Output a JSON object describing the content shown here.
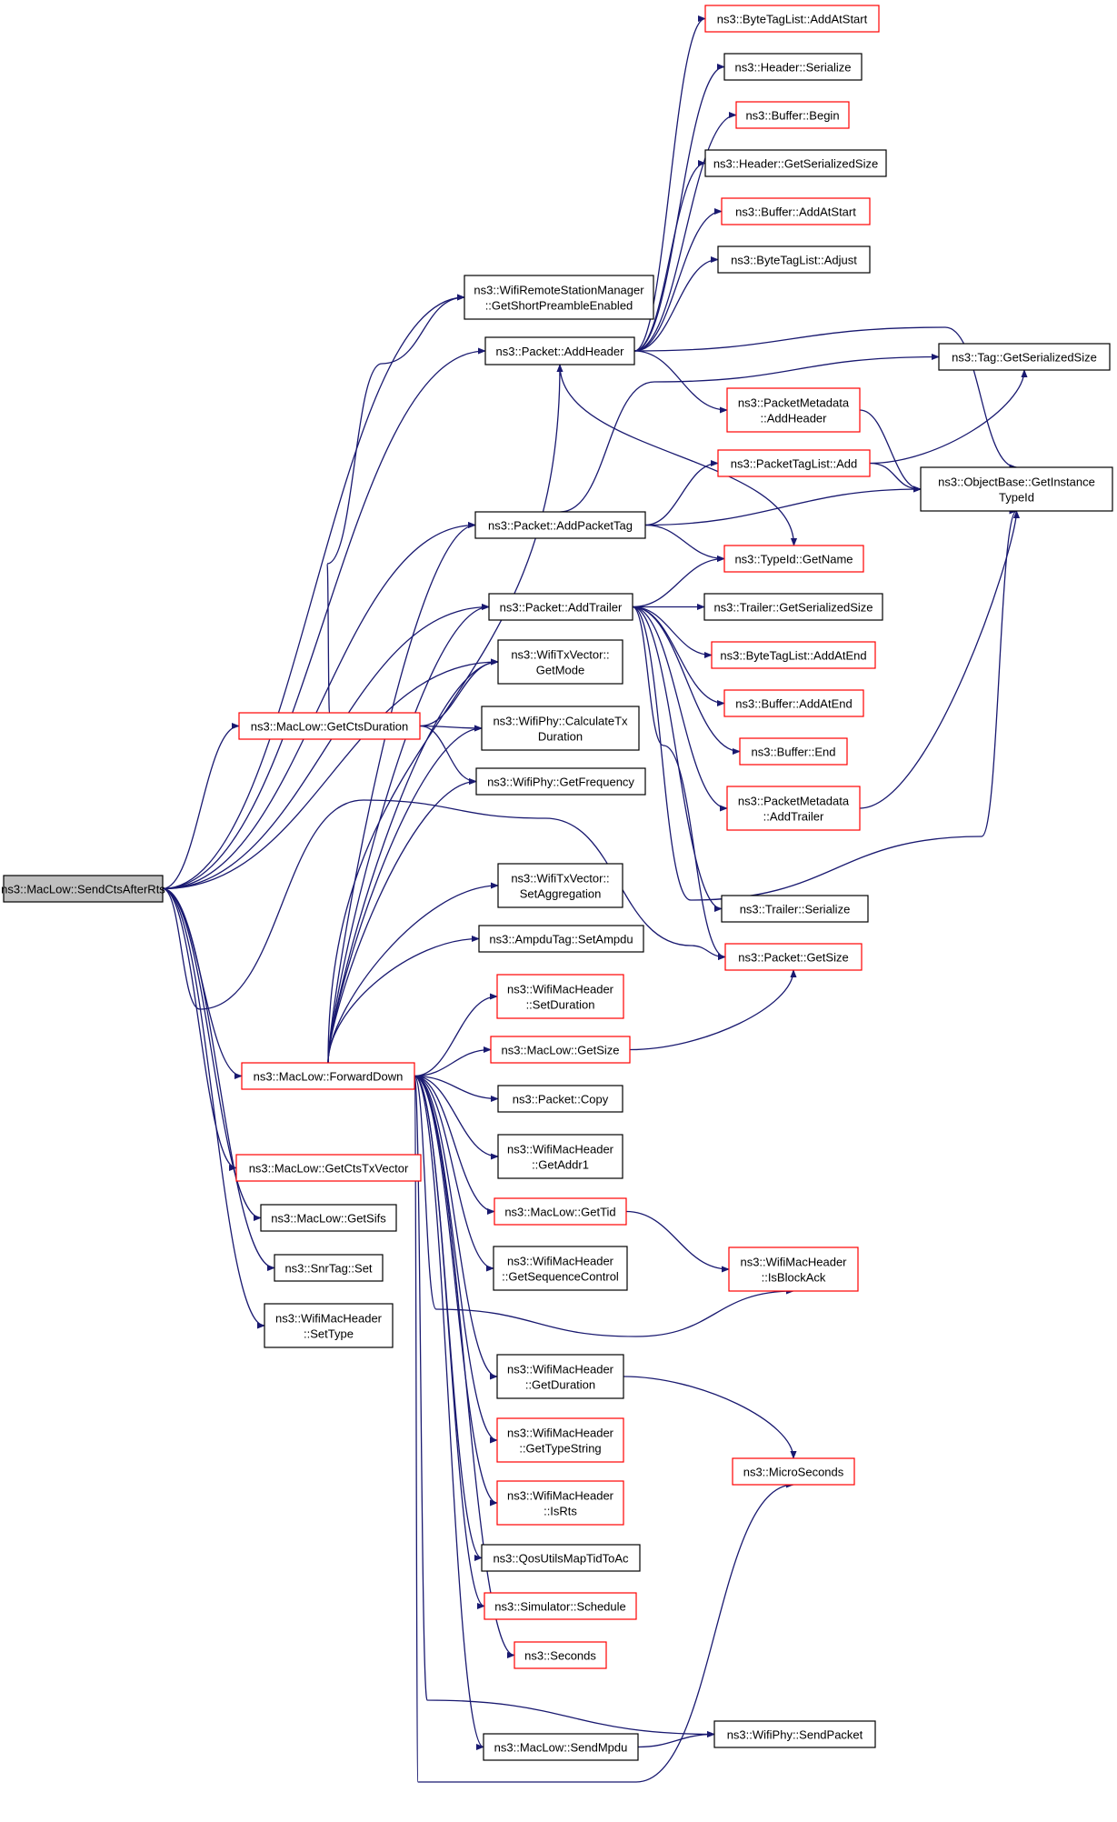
{
  "colors": {
    "edge": "#191970",
    "box_black": "#000000",
    "box_red": "#ff0000",
    "root_fill": "#bfbfbf",
    "box_fill": "#ffffff",
    "text": "#000000"
  },
  "nodes": {
    "root": [
      "ns3::MacLow::SendCtsAfterRts"
    ],
    "get_short_preamble": [
      "ns3::WifiRemoteStationManager",
      "::GetShortPreambleEnabled"
    ],
    "add_header": [
      "ns3::Packet::AddHeader"
    ],
    "add_packet_tag": [
      "ns3::Packet::AddPacketTag"
    ],
    "add_trailer": [
      "ns3::Packet::AddTrailer"
    ],
    "get_mode": [
      "ns3::WifiTxVector::",
      "GetMode"
    ],
    "get_cts_duration": [
      "ns3::MacLow::GetCtsDuration"
    ],
    "calc_tx_duration": [
      "ns3::WifiPhy::CalculateTx",
      "Duration"
    ],
    "get_frequency": [
      "ns3::WifiPhy::GetFrequency"
    ],
    "set_aggregation": [
      "ns3::WifiTxVector::",
      "SetAggregation"
    ],
    "set_ampdu": [
      "ns3::AmpduTag::SetAmpdu"
    ],
    "set_duration": [
      "ns3::WifiMacHeader",
      "::SetDuration"
    ],
    "forward_down": [
      "ns3::MacLow::ForwardDown"
    ],
    "get_size_maclow": [
      "ns3::MacLow::GetSize"
    ],
    "packet_copy": [
      "ns3::Packet::Copy"
    ],
    "get_addr1": [
      "ns3::WifiMacHeader",
      "::GetAddr1"
    ],
    "get_cts_tx_vector": [
      "ns3::MacLow::GetCtsTxVector"
    ],
    "get_sifs": [
      "ns3::MacLow::GetSifs"
    ],
    "get_tid": [
      "ns3::MacLow::GetTid"
    ],
    "get_seq_ctrl": [
      "ns3::WifiMacHeader",
      "::GetSequenceControl"
    ],
    "snrtag_set": [
      "ns3::SnrTag::Set"
    ],
    "set_type": [
      "ns3::WifiMacHeader",
      "::SetType"
    ],
    "get_duration": [
      "ns3::WifiMacHeader",
      "::GetDuration"
    ],
    "get_type_string": [
      "ns3::WifiMacHeader",
      "::GetTypeString"
    ],
    "is_rts": [
      "ns3::WifiMacHeader",
      "::IsRts"
    ],
    "qos_map": [
      "ns3::QosUtilsMapTidToAc"
    ],
    "sim_schedule": [
      "ns3::Simulator::Schedule"
    ],
    "seconds": [
      "ns3::Seconds"
    ],
    "send_mpdu": [
      "ns3::MacLow::SendMpdu"
    ],
    "btl_add_at_start": [
      "ns3::ByteTagList::AddAtStart"
    ],
    "header_serialize": [
      "ns3::Header::Serialize"
    ],
    "buffer_begin": [
      "ns3::Buffer::Begin"
    ],
    "header_get_ser_size": [
      "ns3::Header::GetSerializedSize"
    ],
    "buffer_add_at_start": [
      "ns3::Buffer::AddAtStart"
    ],
    "btl_adjust": [
      "ns3::ByteTagList::Adjust"
    ],
    "pm_add_header": [
      "ns3::PacketMetadata",
      "::AddHeader"
    ],
    "ptl_add": [
      "ns3::PacketTagList::Add"
    ],
    "typeid_get_name": [
      "ns3::TypeId::GetName"
    ],
    "trailer_get_ser_size": [
      "ns3::Trailer::GetSerializedSize"
    ],
    "btl_add_at_end": [
      "ns3::ByteTagList::AddAtEnd"
    ],
    "buffer_add_at_end": [
      "ns3::Buffer::AddAtEnd"
    ],
    "buffer_end": [
      "ns3::Buffer::End"
    ],
    "pm_add_trailer": [
      "ns3::PacketMetadata",
      "::AddTrailer"
    ],
    "trailer_serialize": [
      "ns3::Trailer::Serialize"
    ],
    "packet_get_size": [
      "ns3::Packet::GetSize"
    ],
    "is_block_ack": [
      "ns3::WifiMacHeader",
      "::IsBlockAck"
    ],
    "microseconds": [
      "ns3::MicroSeconds"
    ],
    "send_packet": [
      "ns3::WifiPhy::SendPacket"
    ],
    "tag_get_ser_size": [
      "ns3::Tag::GetSerializedSize"
    ],
    "objectbase_typeid": [
      "ns3::ObjectBase::GetInstance",
      "TypeId"
    ]
  }
}
